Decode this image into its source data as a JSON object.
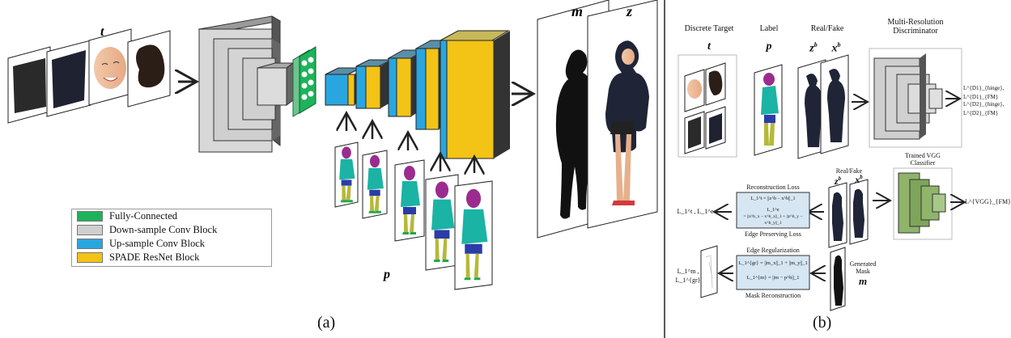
{
  "panel_a": {
    "label_t": "t",
    "label_p": "p",
    "label_m": "m",
    "label_z": "z",
    "caption": "(a)",
    "legend": [
      {
        "label": "Fully-Connected",
        "color": "#1db35b"
      },
      {
        "label": "Down-sample Conv Block",
        "color": "#cfcfcf"
      },
      {
        "label": "Up-sample Conv Block",
        "color": "#29a6e0"
      },
      {
        "label": "SPADE ResNet Block",
        "color": "#f3c316"
      }
    ]
  },
  "panel_b": {
    "caption": "(b)",
    "discrete_target": "Discrete Target",
    "label_title": "Label",
    "real_fake": "Real/Fake",
    "real_fake_2": "Real/Fake",
    "discriminator": "Multi-Resolution Discriminator",
    "t": "t",
    "p": "p",
    "zb": "z",
    "xb": "x",
    "sup_b": "b",
    "loss_d1": "L^{D1}_{hinge}, L^{D1}_{FM}",
    "loss_d2": "L^{D2}_{hinge}, L^{D2}_{FM}",
    "trained_vgg": "Trained VGG Classifier",
    "loss_vgg": "L^{VGG}_{FM}",
    "recon_loss": "Reconstruction Loss",
    "recon_eq1": "L_1^t = ||z^b − x^b||_1",
    "recon_eq2a": "L_1^e",
    "recon_eq2b": "= ||z^b_x − x^b_x||_1 + ||z^b_y − x^b_y||_1",
    "edge_pres": "Edge Preserving Loss",
    "loss_left1": "L_1^t , L_1^e",
    "edge_reg": "Edge Regularization",
    "edge_eq1": "L_1^{gr} = ||m_x||_1 + ||m_y||_1",
    "edge_eq2": "L_1^{m} = ||m − p^b||_1",
    "mask_recon": "Mask Reconstruction",
    "loss_left2": "L_1^m , L_1^{gr}",
    "gen_mask": "Generated Mask",
    "m": "m"
  }
}
